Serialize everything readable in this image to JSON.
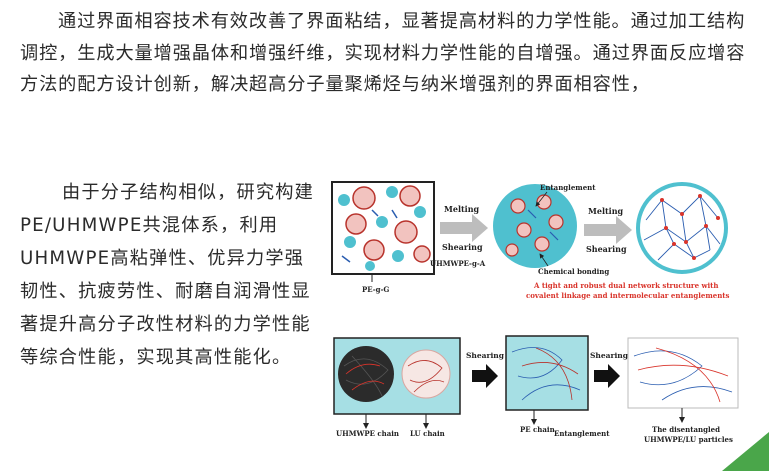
{
  "paragraph_top": "通过界面相容技术有效改善了界面粘结，显著提高材料的力学性能。通过加工结构调控，生成大量增强晶体和增强纤维，实现材料力学性能的自增强。通过界面反应增容方法的配方设计创新，解决超高分子量聚烯烃与纳米增强剂的界面相容性，",
  "paragraph_left": "由于分子结构相似，研究构建PE/UHMWPE共混体系，利用UHMWPE高粘弹性、优异力学强韧性、抗疲劳性、耐磨自润滑性显著提升高分子改性材料的力学性能等综合性能，实现其高性能化。",
  "figure_top": {
    "arrow1_line1": "Melting",
    "arrow1_line2": "Shearing",
    "arrow2_line1": "Melting",
    "arrow2_line2": "Shearing",
    "label_uhmwpe_g_a": "UHMWPE-g-A",
    "label_pe_g_g": "PE-g-G",
    "label_entanglement": "Entanglement",
    "label_chemical_bonding": "Chemical bonding",
    "caption_line1": "A tight and robust dual network structure with",
    "caption_line2": "covalent linkage and intermolecular entanglements",
    "caption_color": "#d9342b"
  },
  "figure_bottom": {
    "label_shearing_1": "Shearing",
    "label_shearing_2": "Shearing",
    "label_uhmwpe_chain": "UHMWPE chain",
    "label_lu_chain": "LU chain",
    "label_pe_chain": "PE chain",
    "label_entanglement": "Entanglement",
    "label_disentangled_line1": "The disentangled",
    "label_disentangled_line2": "UHMWPE/LU particles"
  },
  "colors": {
    "panel_fill": "#a6dfe4",
    "corner_accent": "#4aa64a"
  }
}
